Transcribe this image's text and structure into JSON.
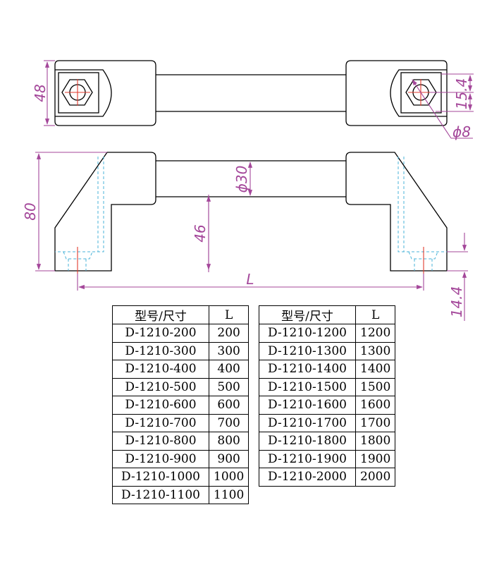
{
  "dimensions": {
    "height_top": "48",
    "hole_offset": "15.4",
    "hole_dia": "ϕ8",
    "tube_dia": "ϕ30",
    "total_height": "80",
    "inner_height": "46",
    "length": "L",
    "base_offset": "14.4"
  },
  "tables": {
    "left": {
      "header": [
        "型号/尺寸",
        "L"
      ],
      "rows": [
        [
          "D-1210-200",
          "200"
        ],
        [
          "D-1210-300",
          "300"
        ],
        [
          "D-1210-400",
          "400"
        ],
        [
          "D-1210-500",
          "500"
        ],
        [
          "D-1210-600",
          "600"
        ],
        [
          "D-1210-700",
          "700"
        ],
        [
          "D-1210-800",
          "800"
        ],
        [
          "D-1210-900",
          "900"
        ],
        [
          "D-1210-1000",
          "1000"
        ],
        [
          "D-1210-1100",
          "1100"
        ]
      ]
    },
    "right": {
      "header": [
        "型号/尺寸",
        "L"
      ],
      "rows": [
        [
          "D-1210-1200",
          "1200"
        ],
        [
          "D-1210-1300",
          "1300"
        ],
        [
          "D-1210-1400",
          "1400"
        ],
        [
          "D-1210-1500",
          "1500"
        ],
        [
          "D-1210-1600",
          "1600"
        ],
        [
          "D-1210-1700",
          "1700"
        ],
        [
          "D-1210-1800",
          "1800"
        ],
        [
          "D-1210-1900",
          "1900"
        ],
        [
          "D-1210-2000",
          "2000"
        ]
      ]
    }
  },
  "colors": {
    "outline": "#000000",
    "dimension": "#a4479a",
    "hidden_line": "#49b3d8",
    "center_line": "#e23b2e"
  }
}
